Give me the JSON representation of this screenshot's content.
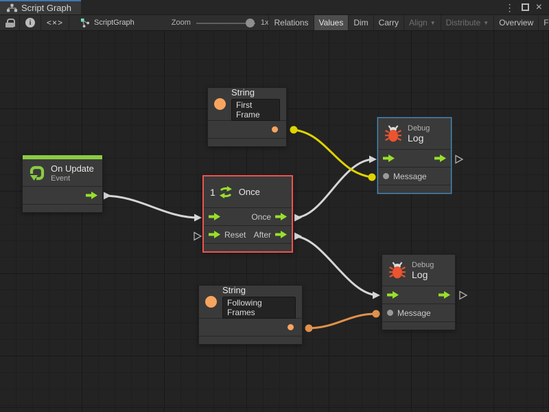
{
  "window": {
    "tab_title": "Script Graph",
    "menu_icon": "⋮",
    "close_icon": "×"
  },
  "toolbar": {
    "info_glyph": "i",
    "code_icon_text": "<×>",
    "graph_name": "ScriptGraph",
    "zoom_label": "Zoom",
    "zoom_value": "1x",
    "buttons": [
      {
        "label": "Relations"
      },
      {
        "label": "Values",
        "active": true
      },
      {
        "label": "Dim"
      },
      {
        "label": "Carry"
      },
      {
        "label": "Align",
        "disabled": true,
        "dropdown": "▼"
      },
      {
        "label": "Distribute",
        "disabled": true,
        "dropdown": "▼"
      },
      {
        "label": "Overview"
      },
      {
        "label": "Full Screen"
      }
    ]
  },
  "nodes": {
    "on_update": {
      "title": "On Update",
      "subtitle": "Event"
    },
    "string_first": {
      "title": "String",
      "value": "First Frame"
    },
    "string_following": {
      "title": "String",
      "value": "Following Frames"
    },
    "once": {
      "badge": "1",
      "title": "Once",
      "out_once_label": "Once",
      "in_reset_label": "Reset",
      "out_after_label": "After"
    },
    "debug_top": {
      "category": "Debug",
      "title": "Log",
      "message_label": "Message"
    },
    "debug_bottom": {
      "category": "Debug",
      "title": "Log",
      "message_label": "Message"
    }
  },
  "colors": {
    "flow_green": "#98e02b",
    "event_green": "#8acb43",
    "string_orange": "#f7a45f",
    "bug_orange": "#ea5430",
    "selection_red": "#ef5350",
    "highlight_blue": "#4a8fc0",
    "wire_white": "#d6d6d6",
    "wire_yellow": "#dfd300",
    "wire_orange": "#e2914c"
  }
}
